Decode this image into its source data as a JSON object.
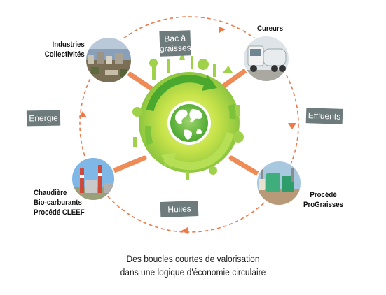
{
  "labels": {
    "industries": [
      "Industries",
      "Collectivités"
    ],
    "cureurs": [
      "Cureurs"
    ],
    "procede": [
      "Procédé",
      "ProGraisses"
    ],
    "chaudiere": [
      "Chaudière",
      "Bio-carburants",
      "Procédé CLEEF"
    ]
  },
  "tags": {
    "bac": [
      "Bac à",
      "graisses"
    ],
    "effluents": "Effluents",
    "huiles": "Huiles",
    "energie": "Energie"
  },
  "caption": [
    "Des boucles courtes de valorisation",
    "dans une logique d'économie circulaire"
  ],
  "colors": {
    "loop": "#ec7a4a",
    "spoke": "#ee8b57",
    "tag_bg": "#6e7b7c",
    "globe_green": "#8cc63f",
    "globe_light": "#c9e34a",
    "arrow_dark": "#4aa82f",
    "arrow_light": "#b6df55"
  },
  "icons": {
    "globe": "earth-globe-icon",
    "industries_photo": "industrial-city-photo",
    "truck_photo": "vacuum-truck-photo",
    "plant_photo": "treatment-plant-photo",
    "boiler_photo": "power-plant-photo"
  }
}
